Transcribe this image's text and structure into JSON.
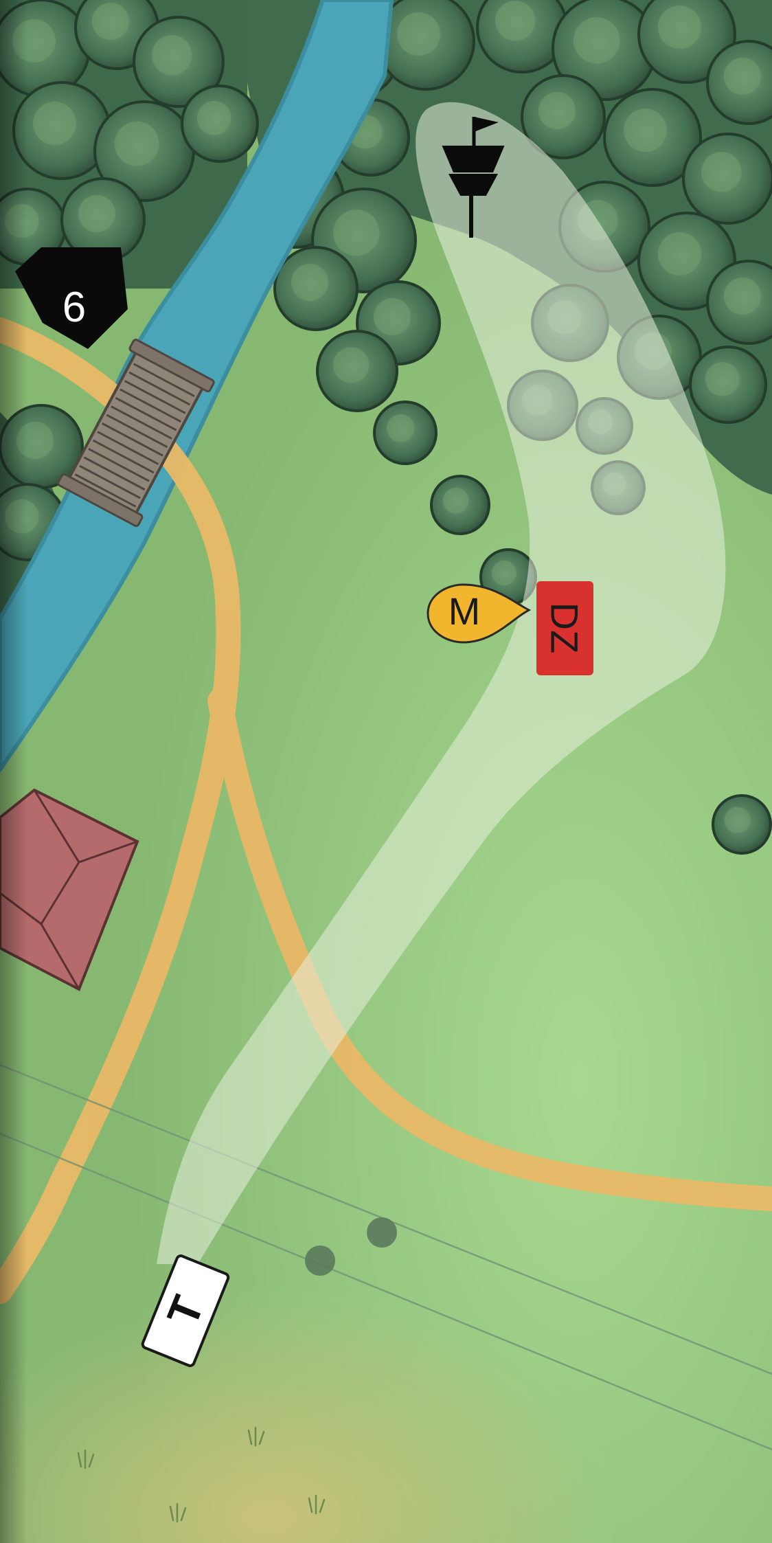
{
  "hole": {
    "next_hole_label": "6",
    "tee_label": "T",
    "drop_zone_label": "DZ",
    "mando_label": "M",
    "basket_icon": "disc-golf-basket-icon",
    "flag_icon": "flag-icon"
  },
  "colors": {
    "grass": "#8fc07a",
    "grass_light": "#a5d48e",
    "forest": "#3f6a4c",
    "tree_dark": "#2e4f3a",
    "water": "#4fa9ba",
    "path": "#e9b866",
    "fairway": "#e8eedc",
    "roof": "#b56b6b",
    "drop_zone": "#d9312e",
    "mando": "#f2b62e",
    "bridge": "#8f8578"
  }
}
